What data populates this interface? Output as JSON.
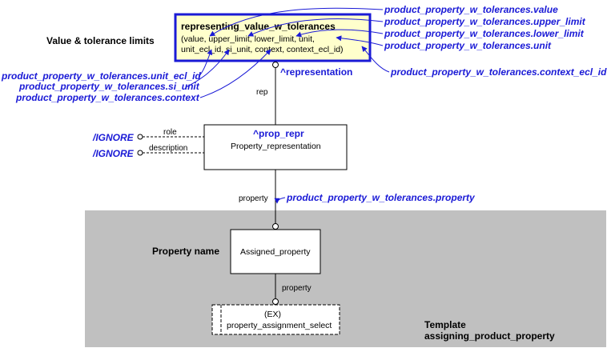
{
  "entity": {
    "name": "representing_value_w_tolerances",
    "attrs_line1": "(value, upper_limit, lower_limit, unit,",
    "attrs_line2": "unit_ecl_id, si_unit, context, context_ecl_id)",
    "label": "Value & tolerance limits"
  },
  "annotations_right": [
    "product_property_w_tolerances.value",
    "product_property_w_tolerances.upper_limit",
    "product_property_w_tolerances.lower_limit",
    "product_property_w_tolerances.unit"
  ],
  "annotation_context_ecl": "product_property_w_tolerances.context_ecl_id",
  "annotations_left": [
    "product_property_w_tolerances.unit_ecl_id",
    "product_property_w_tolerances.si_unit",
    "product_property_w_tolerances.context"
  ],
  "representation_ref": "^representation",
  "rep_label": "rep",
  "prop_repr": {
    "ref": "^prop_repr",
    "name": "Property_representation",
    "role_label": "role",
    "description_label": "description",
    "ignore_1": "/IGNORE",
    "ignore_2": "/IGNORE"
  },
  "property_label": "property",
  "property_annotation": "product_property_w_tolerances.property",
  "assigned": {
    "label": "Property name",
    "name": "Assigned_property",
    "property_label": "property"
  },
  "select": {
    "ex": "(EX)",
    "name": "property_assignment_select"
  },
  "template": {
    "line1": "Template",
    "line2": "assigning_product_property"
  },
  "colors": {
    "annotation_blue": "#1a1ad6",
    "entity_fill": "#ffffcc",
    "template_fill": "#c0c0c0"
  }
}
